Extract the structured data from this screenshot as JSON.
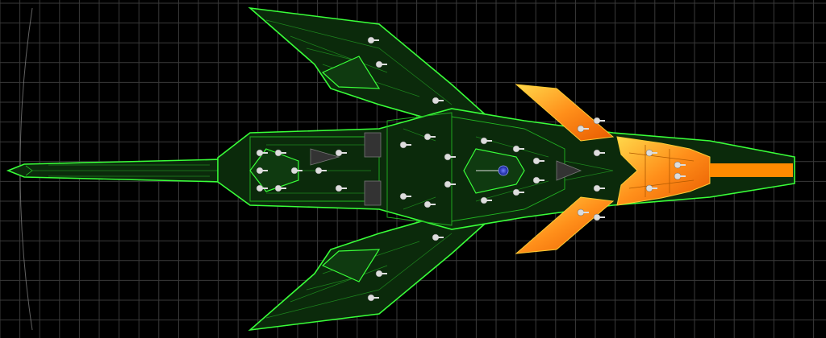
{
  "scene": {
    "background_color": "#000000",
    "grid_color": "#3a3a3a",
    "hull_outline_color": "#39ff39",
    "hull_fill_color": "#0b2a0b",
    "engine_glow_color": "#ff8a00",
    "core_color": "#1e2fbf"
  },
  "ship": {
    "name": "",
    "facing": "right",
    "parts": [
      "spinal-spear",
      "main-hull",
      "upper-wing",
      "lower-wing",
      "upper-fin",
      "lower-fin",
      "engine-block",
      "bridge-core"
    ]
  }
}
